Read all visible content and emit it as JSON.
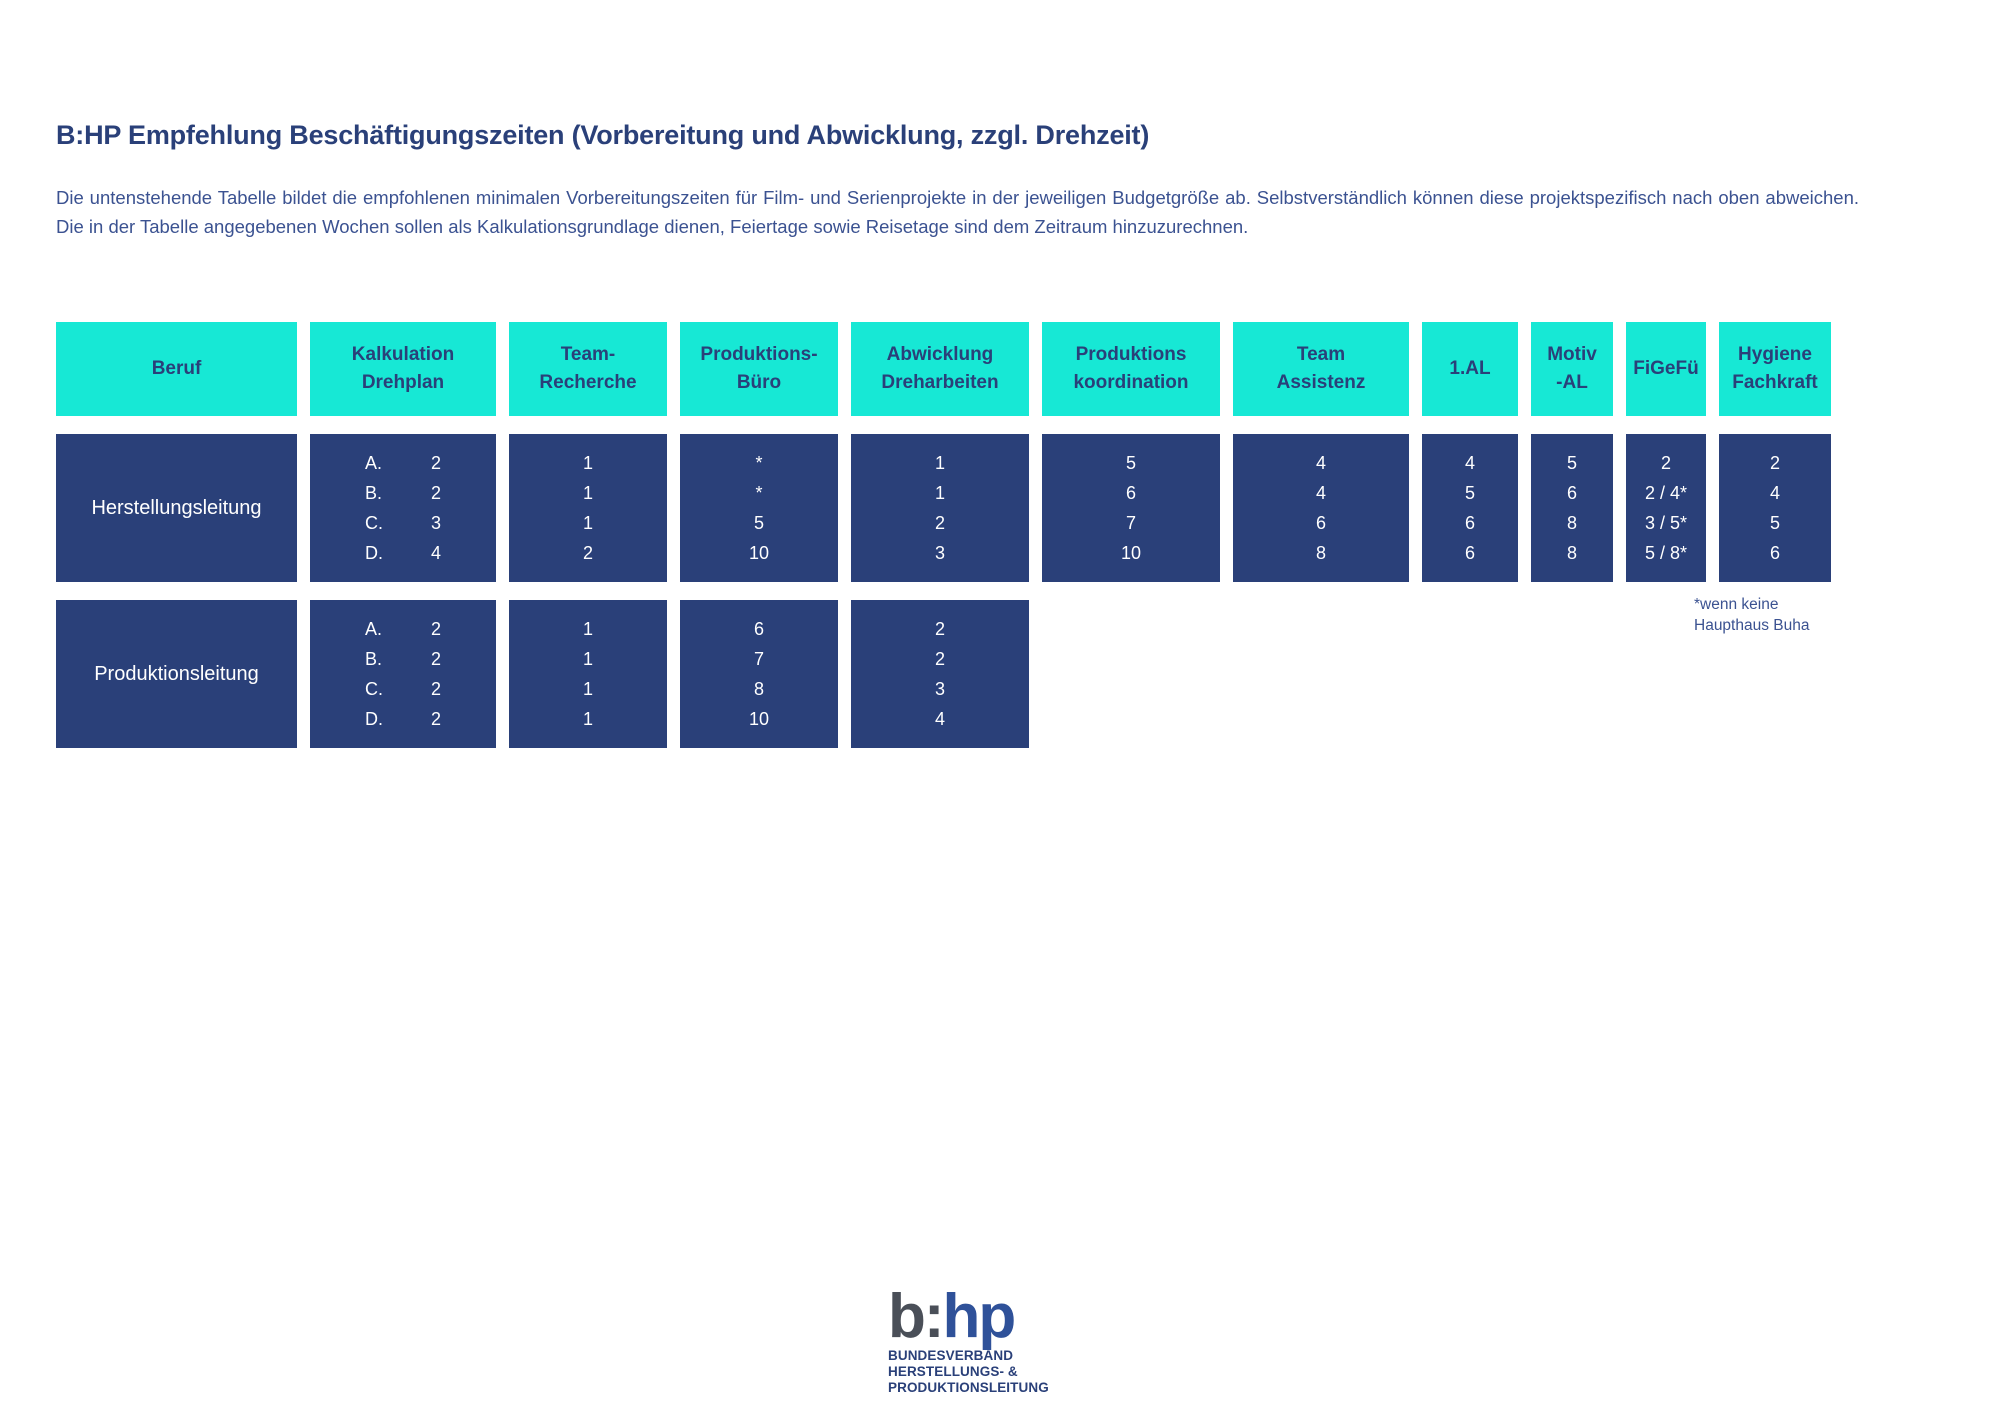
{
  "document": {
    "title": "B:HP Empfehlung Beschäftigungszeiten (Vorbereitung und Abwicklung, zzgl. Drehzeit)",
    "intro": "Die untenstehende Tabelle bildet die empfohlenen minimalen Vorbereitungszeiten für Film- und Serienprojekte in der jeweiligen Budgetgröße ab. Selbstverständlich können diese projektspezifisch nach oben abweichen. Die in der Tabelle angegebenen Wochen sollen als Kalkulationsgrundlage dienen, Feiertage sowie Reisetage sind dem Zeitraum hinzuzurechnen.",
    "footnote": "*wenn keine\nHaupthaus Buha"
  },
  "colors": {
    "accent_teal": "#17E8D5",
    "navy": "#2A4079",
    "text_blue": "#3B5291",
    "logo_grey": "#4A4F58",
    "logo_blue": "#2F5199"
  },
  "table": {
    "headers": [
      {
        "line1": "Beruf",
        "line2": ""
      },
      {
        "line1": "Kalkulation",
        "line2": "Drehplan"
      },
      {
        "line1": "Team-",
        "line2": "Recherche"
      },
      {
        "line1": "Produktions-",
        "line2": "Büro"
      },
      {
        "line1": "Abwicklung",
        "line2": "Dreharbeiten"
      },
      {
        "line1": "Produktions",
        "line2": "koordination"
      },
      {
        "line1": "Team",
        "line2": "Assistenz"
      },
      {
        "line1": "1.AL",
        "line2": ""
      },
      {
        "line1": "Motiv",
        "line2": "-AL"
      },
      {
        "line1": "FiGeFü",
        "line2": ""
      },
      {
        "line1": "Hygiene",
        "line2": "Fachkraft"
      }
    ],
    "rows": [
      {
        "label": "Herstellungsleitung",
        "kalkulation_drehplan": [
          {
            "letter": "A.",
            "value": "2"
          },
          {
            "letter": "B.",
            "value": "2"
          },
          {
            "letter": "C.",
            "value": "3"
          },
          {
            "letter": "D.",
            "value": "4"
          }
        ],
        "team_recherche": [
          "1",
          "1",
          "1",
          "2"
        ],
        "produktions_buero": [
          "*",
          "*",
          "5",
          "10"
        ],
        "abwicklung_dreharbeiten": [
          "1",
          "1",
          "2",
          "3"
        ],
        "produktionskoordination": [
          "5",
          "6",
          "7",
          "10"
        ],
        "team_assistenz": [
          "4",
          "4",
          "6",
          "8"
        ],
        "erste_al": [
          "4",
          "5",
          "6",
          "6"
        ],
        "motiv_al": [
          "5",
          "6",
          "8",
          "8"
        ],
        "figefue": [
          "2",
          "2 / 4*",
          "3 / 5*",
          "5 / 8*"
        ],
        "hygiene_fachkraft": [
          "2",
          "4",
          "5",
          "6"
        ]
      },
      {
        "label": "Produktionsleitung",
        "kalkulation_drehplan": [
          {
            "letter": "A.",
            "value": "2"
          },
          {
            "letter": "B.",
            "value": "2"
          },
          {
            "letter": "C.",
            "value": "2"
          },
          {
            "letter": "D.",
            "value": "2"
          }
        ],
        "team_recherche": [
          "1",
          "1",
          "1",
          "1"
        ],
        "produktions_buero": [
          "6",
          "7",
          "8",
          "10"
        ],
        "abwicklung_dreharbeiten": [
          "2",
          "2",
          "3",
          "4"
        ],
        "produktionskoordination": [],
        "team_assistenz": [],
        "erste_al": [],
        "motiv_al": [],
        "figefue": [],
        "hygiene_fachkraft": []
      }
    ]
  },
  "logo": {
    "word_first": "b:",
    "word_second": "hp",
    "subtitle": "BUNDESVERBAND\nHERSTELLUNGS- & PRODUKTIONSLEITUNG"
  }
}
